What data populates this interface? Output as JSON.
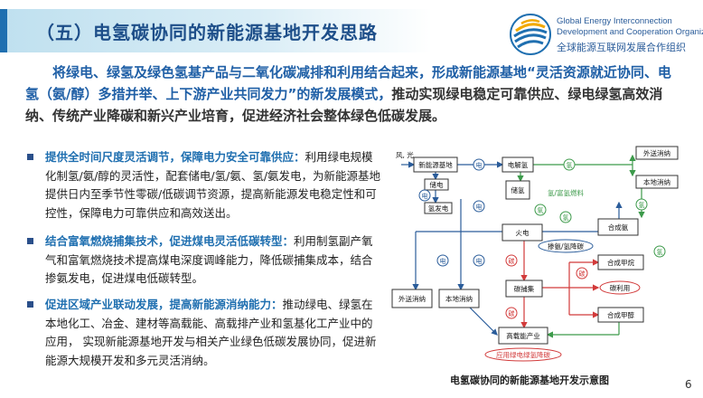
{
  "header": {
    "title": "（五）电氢碳协同的新能源基地开发思路",
    "org_en_line1": "Global Energy Interconnection",
    "org_en_line2": "Development and Cooperation Organization",
    "org_cn": "全球能源互联网发展合作组织"
  },
  "intro": {
    "part1": "将绿电、绿氢及绿色氢基产品与二氧化碳减排和利用结合起来，形成新能源基地“灵活资源就近协同、电氢（氨/醇）多措并举、上下游产业共同发力”的新发展模式，",
    "part2": "推动实现绿电稳定可靠供应、绿电绿氢高效消纳、传统产业降碳和新兴产业培育，促进经济社会整体绿色低碳发展。"
  },
  "points": [
    {
      "head": "提供全时间尺度灵活调节，保障电力安全可靠供应：",
      "body": "利用绿电规模化制氢/氨/醇的灵活性，配套储电/氢/氨、氢/氨发电，为新能源基地提供日内至季节性零碳/低碳调节资源，提高新能源发电稳定性和可控性，保障电力可靠供应和高效送出。"
    },
    {
      "head": "结合富氧燃烧捕集技术，促进煤电灵活低碳转型：",
      "body": "利用制氢副产氧气和富氧燃烧技术提高煤电深度调峰能力，降低碳捕集成本，结合掺氨发电，促进煤电低碳转型。"
    },
    {
      "head": "促进区域产业联动发展，提高新能源消纳能力：",
      "body": "推动绿电、绿氢在本地化工、冶金、建材等高载能、高载排产业和氢基化工产业中的应用， 实现新能源基地开发与相关产业绿色低碳发展协同，促进新能源大规模开发和多元灵活消纳。"
    }
  ],
  "diagram": {
    "input_label": "风, 光",
    "nodes": {
      "base": "新能源基地",
      "storage": "储电",
      "electrolysis": "电解氢",
      "h2storage": "储氢",
      "h2power": "氢发电",
      "stored": "氢/富氢燃料",
      "coal": "火电",
      "ammonia_mix": "掺氨/氢降碳",
      "export_top": "外送消纳",
      "local_top": "本地消纳",
      "synth_ammonia": "合成氨",
      "export_left": "外送消纳",
      "local_left": "本地消纳",
      "capture": "碳捕集",
      "synth_fuel": "合成甲烷",
      "carbon_use": "碳利用",
      "synth_methanol": "合成甲醇",
      "industry": "高载能产业",
      "green_app": "应用绿电绿氢降碳"
    },
    "edge_labels": {
      "e1": "电",
      "e2": "电",
      "e3": "电",
      "e4": "电",
      "e5": "电",
      "h1": "氢",
      "h2": "氢",
      "h3": "氢",
      "h4": "氢",
      "c1": "碳",
      "c2": "碳",
      "c3": "碳",
      "o1": "氧"
    }
  },
  "caption": "电氢碳协同的新能源基地开发示意图",
  "page_number": "6"
}
